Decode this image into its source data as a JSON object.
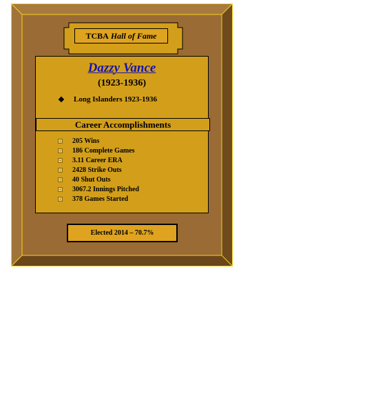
{
  "plaque": {
    "organization": "TCBA",
    "hall_of_fame": "Hall of Fame",
    "player_name": "Dazzy Vance",
    "years": "(1923-1936)",
    "teams": [
      {
        "bullet_icon": "diamond-bullet-icon",
        "label": "Long Islanders 1923-1936"
      }
    ],
    "accomplishments_header": "Career Accomplishments",
    "accomplishments": [
      "205 Wins",
      "186 Complete Games",
      "3.11 Career ERA",
      "2428 Strike Outs",
      "40 Shut Outs",
      "3067.2 Innings Pitched",
      "378 Games Started"
    ],
    "elected": "Elected 2014 – 70.7%"
  },
  "colors": {
    "frame_brown": "#9a6b34",
    "frame_shadow": "#6e4a1c",
    "gold": "#d39f1a",
    "gold_border": "#f5d020",
    "name_blue": "#1515b0"
  }
}
